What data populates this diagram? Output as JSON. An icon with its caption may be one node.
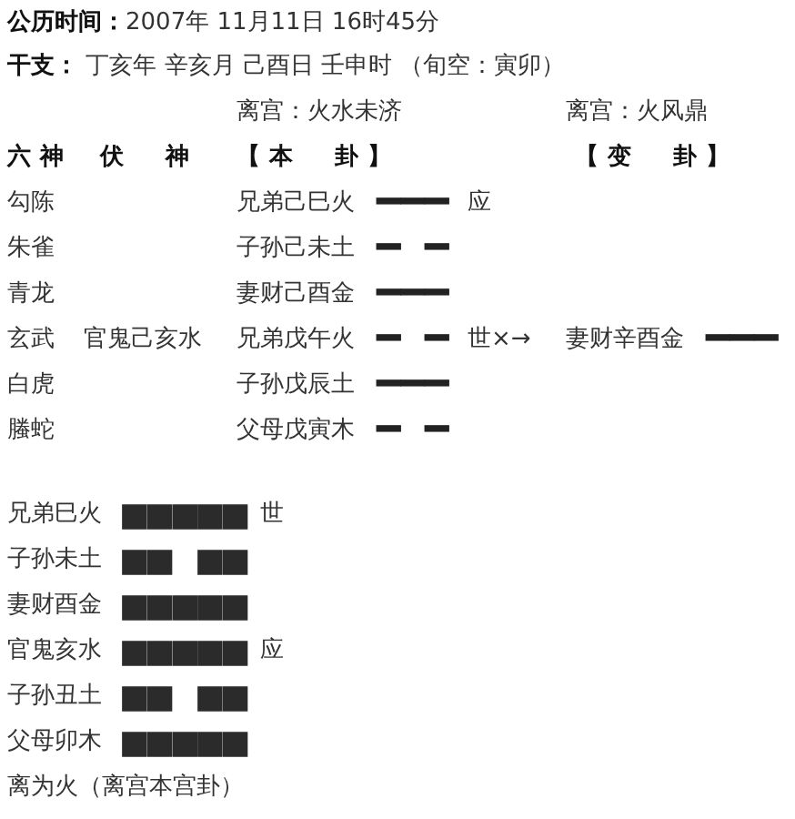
{
  "diagram": {
    "labels": [
      "**公历时间：**2007年 11月11日 16时45分",
      "**干支：** 丁亥年 辛亥月 己酉日 壬申时 （旬空：寅卯）",
      "离宫：火水未济",
      "离宫：火风鼎",
      "六神",
      "伏　神",
      "【本　卦】",
      "【变　卦】",
      "勾陈",
      "兄弟己巳火",
      "━━━",
      "应",
      "朱雀",
      "子孙己未土",
      "━ ━",
      "青龙",
      "妻财己酉金",
      "━━━",
      "玄武",
      "官鬼己亥水",
      "兄弟戊午火",
      "━ ━",
      "世×→",
      "妻财辛酉金",
      "━━━",
      "白虎",
      "子孙戊辰土",
      "━━━",
      "螣蛇",
      "父母戊寅木",
      "━ ━",
      "兄弟巳火",
      "■■■■■",
      "世",
      "子孙未土",
      "■■ ■■",
      "妻财酉金",
      "■■■■■",
      "官鬼亥水",
      "■■■■■",
      "应",
      "子孙丑土",
      "■■ ■■",
      "父母卯木",
      "■■■■■",
      "离为火（离宫本宫卦）"
    ]
  }
}
